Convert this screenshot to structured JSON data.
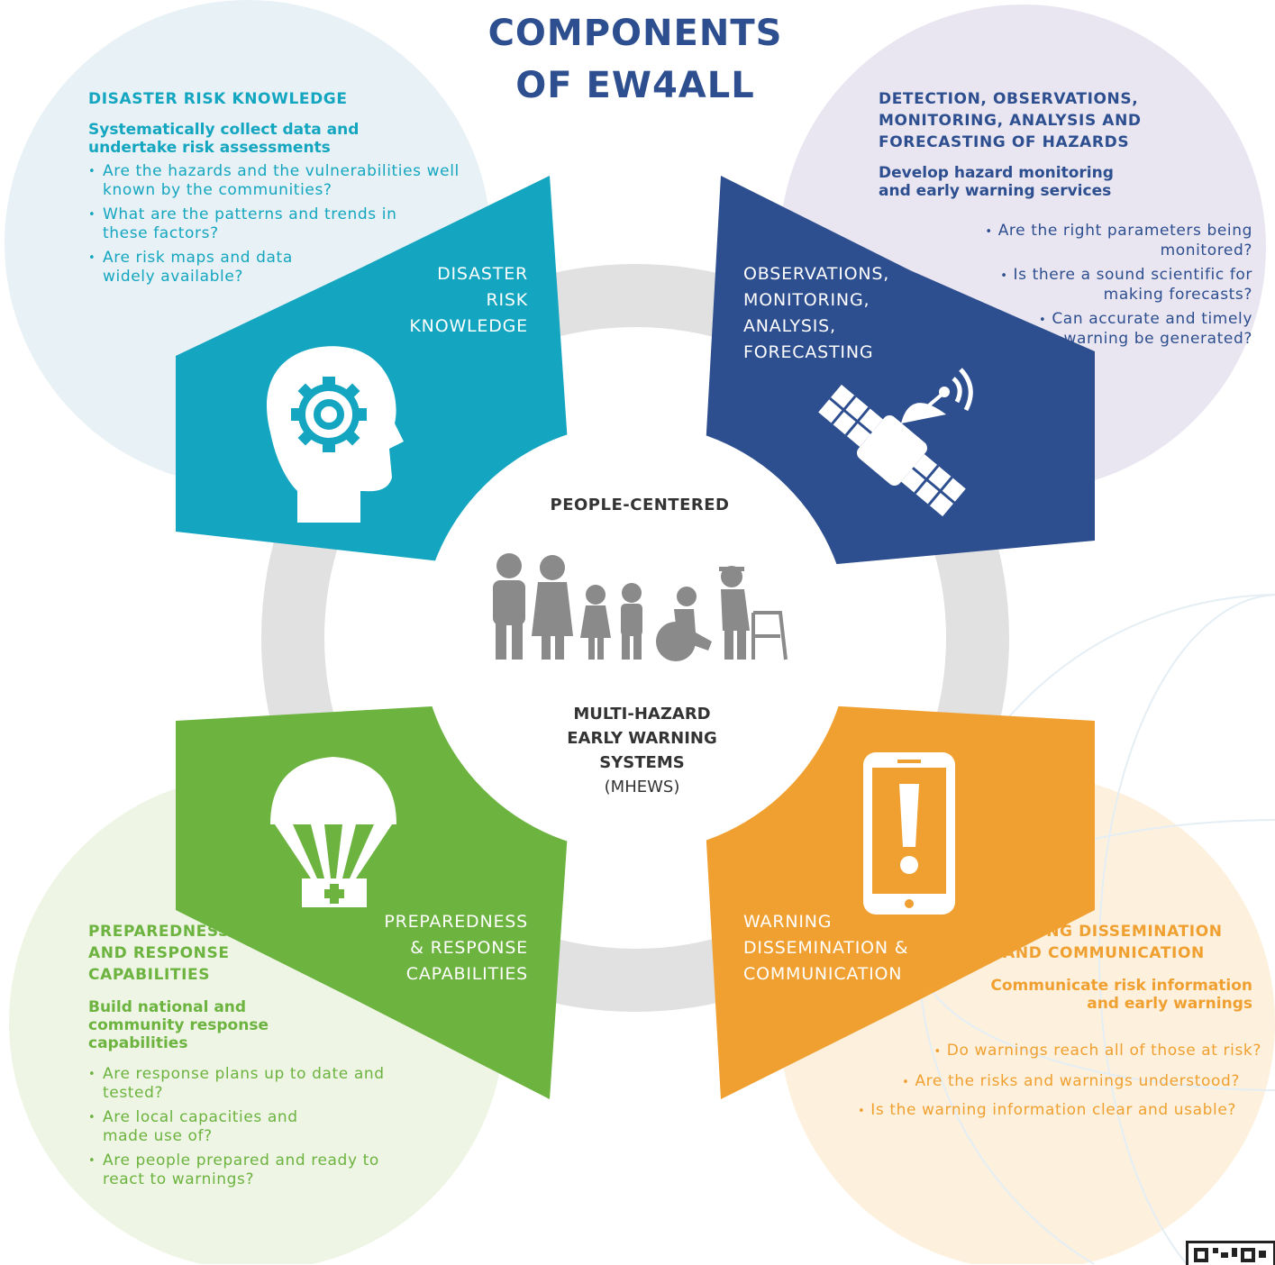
{
  "title": {
    "line1": "COMPONENTS",
    "line2": "OF EW4ALL"
  },
  "center": {
    "top_label": "PEOPLE-CENTERED",
    "bottom_lines": [
      "MULTI-HAZARD",
      "EARLY WARNING",
      "SYSTEMS",
      "(MHEWS)"
    ]
  },
  "colors": {
    "teal": "#14a6c0",
    "navy": "#2d4e8f",
    "green": "#6cb33f",
    "orange": "#f0a030",
    "people": "#8a8a8a"
  },
  "quadrants": {
    "risk_knowledge": {
      "heading": "DISASTER RISK KNOWLEDGE",
      "subheading": "Systematically collect data and undertake risk assessments",
      "questions": [
        "Are the hazards and the vulnerabilities well known by the communities?",
        "What are the patterns and trends in these factors?",
        "Are risk maps and data widely available?"
      ],
      "petal_label": [
        "DISASTER",
        "RISK",
        "KNOWLEDGE"
      ],
      "icon": "head-gear-icon"
    },
    "observations": {
      "heading": "DETECTION, OBSERVATIONS, MONITORING, ANALYSIS AND FORECASTING OF HAZARDS",
      "subheading": "Develop hazard monitoring and early warning services",
      "questions": [
        "Are the right parameters being monitored?",
        "Is there a sound scientific for making forecasts?",
        "Can accurate and timely warning be generated?"
      ],
      "petal_label": [
        "OBSERVATIONS,",
        "MONITORING,",
        "ANALYSIS,",
        "FORECASTING"
      ],
      "icon": "satellite-icon"
    },
    "preparedness": {
      "heading": "PREPAREDNESS AND RESPONSE CAPABILITIES",
      "subheading": "Build national and community response capabilities",
      "questions": [
        "Are response plans up to date and tested?",
        "Are local capacities and made use of?",
        "Are people prepared and ready to react to warnings?"
      ],
      "petal_label": [
        "PREPAREDNESS",
        "& RESPONSE",
        "CAPABILITIES"
      ],
      "icon": "parachute-aid-icon"
    },
    "dissemination": {
      "heading": "WARNING DISSEMINATION AND COMMUNICATION",
      "subheading": "Communicate risk information and early warnings",
      "questions": [
        "Do warnings reach all of those at risk?",
        "Are the risks and warnings understood?",
        "Is the warning information clear and usable?"
      ],
      "petal_label": [
        "WARNING",
        "DISSEMINATION &",
        "COMMUNICATION"
      ],
      "icon": "phone-alert-icon"
    }
  }
}
